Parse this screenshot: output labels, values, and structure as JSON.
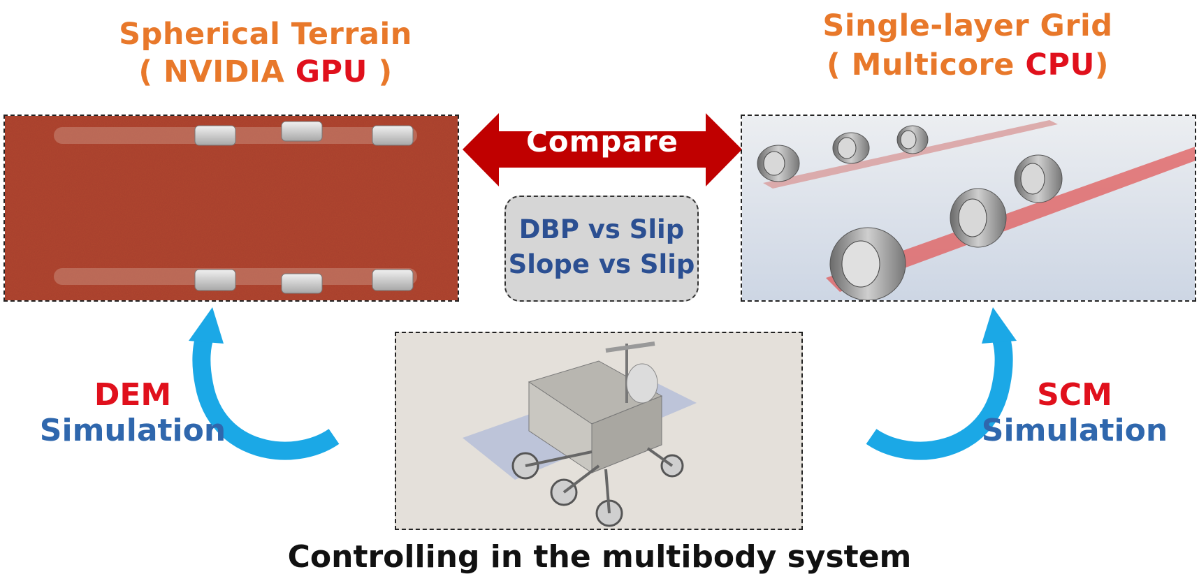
{
  "left_title": {
    "line1": "Spherical Terrain",
    "line2_open": "( NVIDIA ",
    "line2_accent": "GPU",
    "line2_close": " )"
  },
  "right_title": {
    "line1": "Single-layer Grid",
    "line2_open": "( Multicore ",
    "line2_accent": "CPU",
    "line2_close": ")"
  },
  "compare_label": "Compare",
  "metrics": {
    "line1": "DBP vs Slip",
    "line2": "Slope vs Slip"
  },
  "left_sim": {
    "method": "DEM",
    "label": "Simulation"
  },
  "right_sim": {
    "method": "SCM",
    "label": "Simulation"
  },
  "caption": "Controlling in the multibody system",
  "colors": {
    "orange_title": "#e8782a",
    "accent_red": "#e0101c",
    "blue_text": "#2f67ad",
    "arrow_red": "#c00000",
    "arrow_cyan": "#1ba8e6",
    "terrain_red": "#b0452f"
  }
}
